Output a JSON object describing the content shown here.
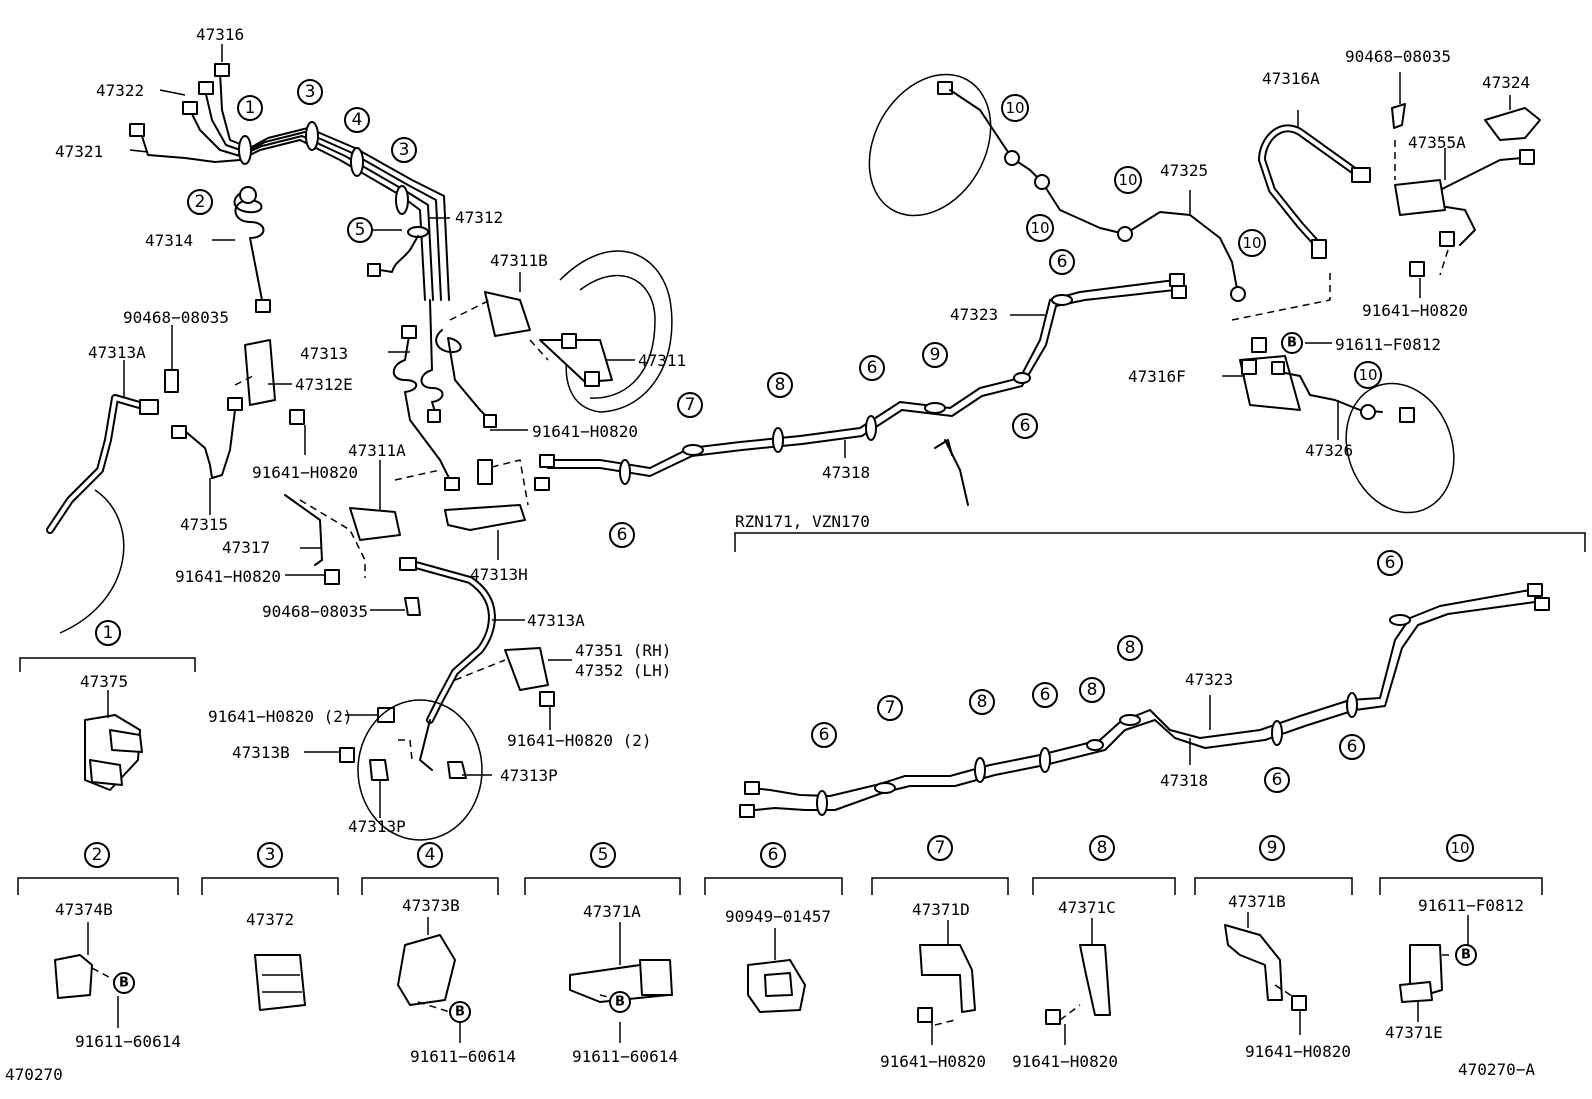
{
  "labels": {
    "p47316": "47316",
    "p47322": "47322",
    "p47321": "47321",
    "p47314": "47314",
    "p47312": "47312",
    "p47311B": "47311B",
    "p47311": "47311",
    "p47313": "47313",
    "p47312E": "47312E",
    "p90468_a": "90468−08035",
    "p47313A_left": "47313A",
    "p91641_a": "91641−H0820",
    "p47315": "47315",
    "p47311A": "47311A",
    "p91641_b": "91641−H0820",
    "p47313H": "47313H",
    "p47317": "47317",
    "p91641_c": "91641−H0820",
    "p90468_b": "90468−08035",
    "p47313A_mid": "47313A",
    "p47351": "47351 (RH)",
    "p47352": "47352 (LH)",
    "p91641_d": "91641−H0820 (2)",
    "p91641_e": "91641−H0820 (2)",
    "p47313B": "47313B",
    "p47313P_right": "47313P",
    "p47313P_bottom": "47313P",
    "p47318_top": "47318",
    "p47323_top": "47323",
    "p47325": "47325",
    "p47316A": "47316A",
    "p90468_c": "90468−08035",
    "p47324": "47324",
    "p47355A": "47355A",
    "p91641_f": "91641−H0820",
    "p91611_f0812": "91611−F0812",
    "p47316F": "47316F",
    "p47326": "47326",
    "rzn": "RZN171, VZN170",
    "p47323_low": "47323",
    "p47318_low": "47318",
    "p47375": "47375",
    "p47374B": "47374B",
    "p91611_60614_a": "91611−60614",
    "p47372": "47372",
    "p47373B": "47373B",
    "p91611_60614_b": "91611−60614",
    "p47371A": "47371A",
    "p91611_60614_c": "91611−60614",
    "p90949": "90949−01457",
    "p47371D": "47371D",
    "p91641_g": "91641−H0820",
    "p47371C": "47371C",
    "p91641_h": "91641−H0820",
    "p47371B": "47371B",
    "p91641_i": "91641−H0820",
    "p91611_f0812_b": "91611−F0812",
    "p47371E": "47371E",
    "code_left": "470270",
    "code_right": "470270−A"
  },
  "callouts": [
    "1",
    "2",
    "3",
    "4",
    "5",
    "6",
    "7",
    "8",
    "9",
    "10"
  ],
  "bolt_marker": "B"
}
